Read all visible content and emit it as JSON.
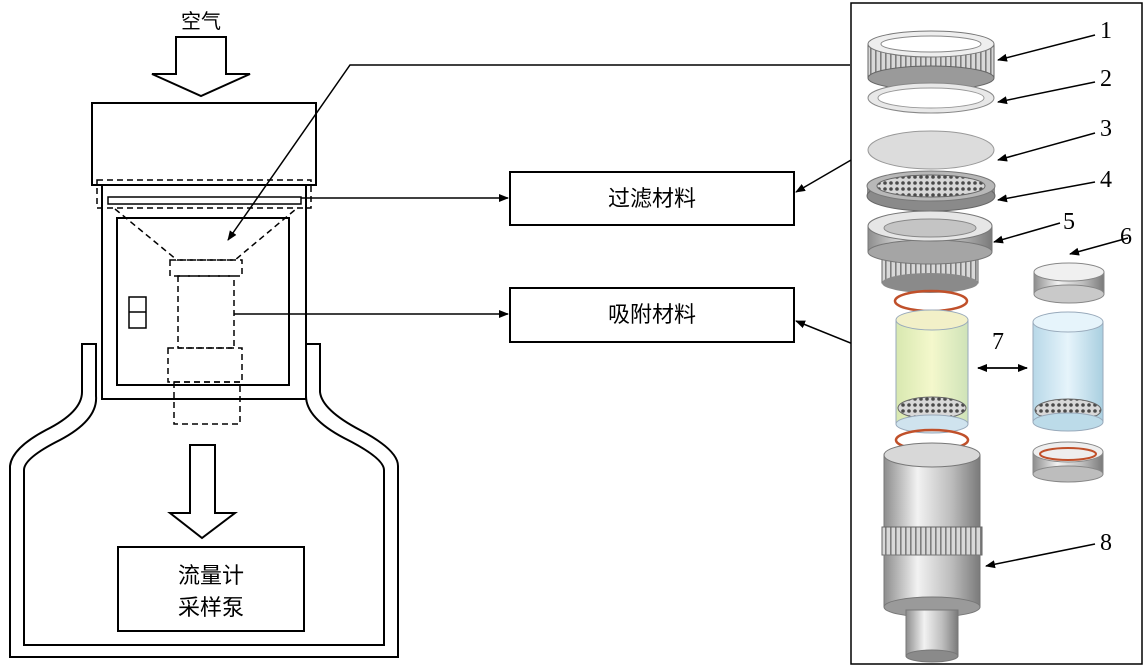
{
  "labels": {
    "air": "空气",
    "filter_material": "过滤材料",
    "adsorbent_material": "吸附材料",
    "flowmeter": "流量计",
    "sampling_pump": "采样泵"
  },
  "part_numbers": [
    "1",
    "2",
    "3",
    "4",
    "5",
    "6",
    "7",
    "8"
  ],
  "colors": {
    "line": "#000000",
    "metal_light": "#e8e8e8",
    "metal_dark": "#8a8a8a",
    "oring": "#c0502a",
    "glass_yellow": "#e8f0a8",
    "glass_blue": "#cfe8f4",
    "mesh": "#555555"
  }
}
